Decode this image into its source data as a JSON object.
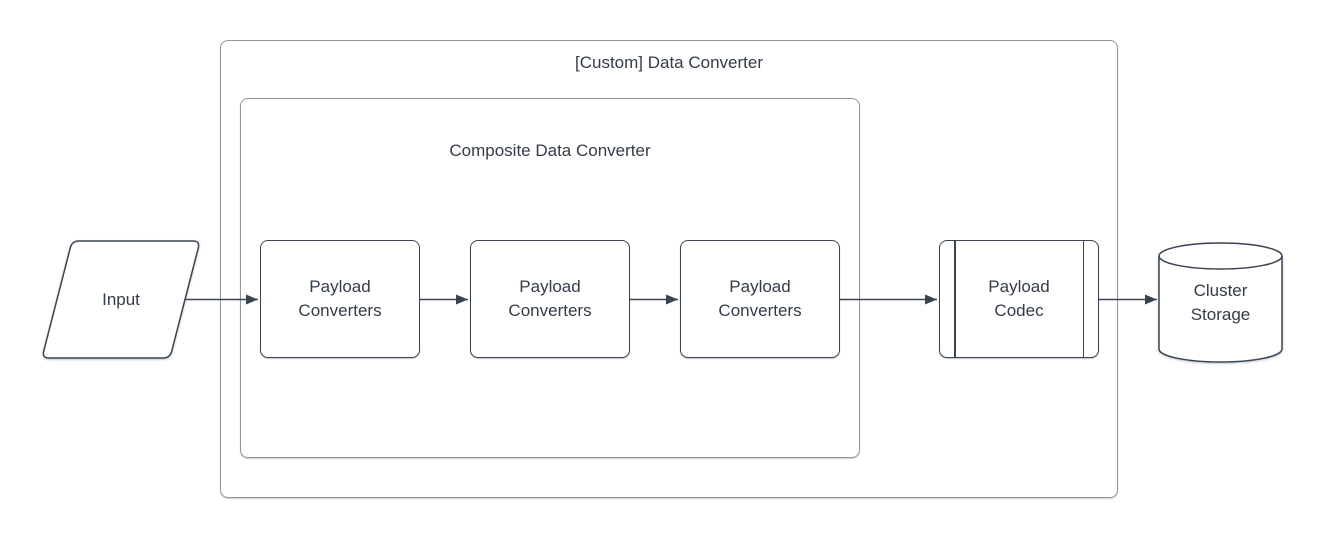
{
  "diagram": {
    "outer_container": {
      "title": "[Custom] Data Converter"
    },
    "inner_container": {
      "title": "Composite Data Converter"
    },
    "nodes": {
      "input": {
        "label": "Input",
        "shape": "parallelogram"
      },
      "payload_converters": [
        {
          "label": "Payload Converters",
          "shape": "rounded-rectangle"
        },
        {
          "label": "Payload Converters",
          "shape": "rounded-rectangle"
        },
        {
          "label": "Payload Converters",
          "shape": "rounded-rectangle"
        }
      ],
      "payload_codec": {
        "label": "Payload Codec",
        "shape": "predefined-process"
      },
      "cluster_storage": {
        "label": "Cluster Storage",
        "shape": "cylinder"
      }
    },
    "connections": [
      {
        "from": "input",
        "to": "payload-converters-1"
      },
      {
        "from": "payload-converters-1",
        "to": "payload-converters-2"
      },
      {
        "from": "payload-converters-2",
        "to": "payload-converters-3"
      },
      {
        "from": "payload-converters-3",
        "to": "payload-codec"
      },
      {
        "from": "payload-codec",
        "to": "cluster-storage"
      }
    ],
    "colors": {
      "shape_stroke": "#3b4552",
      "container_stroke": "#8f969e",
      "text": "#343c48",
      "arrow": "#3a4450",
      "background": "#ffffff"
    }
  }
}
